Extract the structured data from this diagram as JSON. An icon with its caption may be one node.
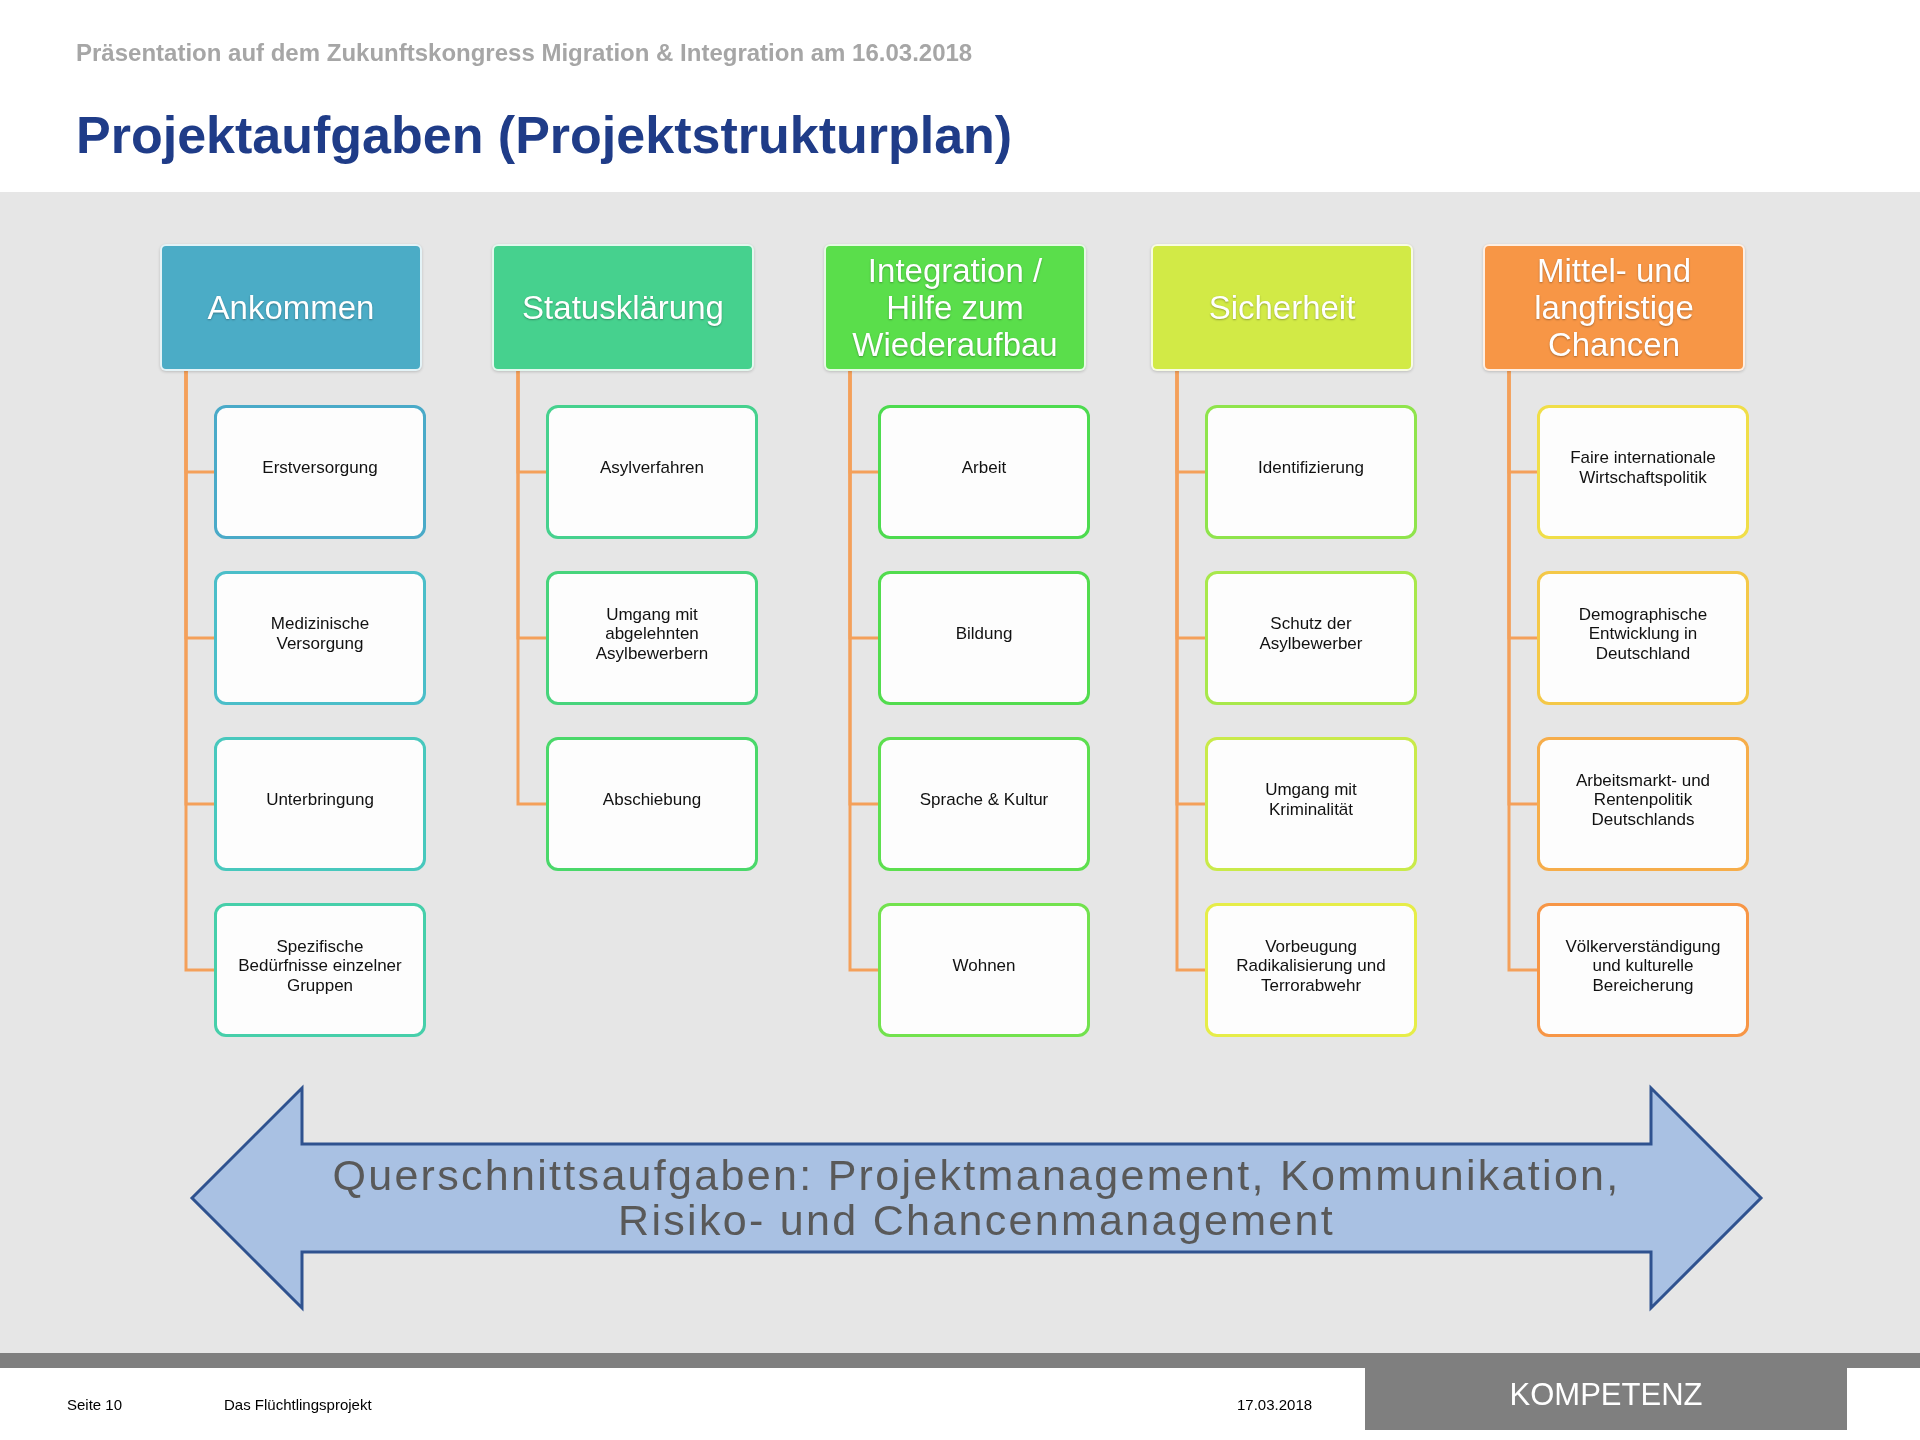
{
  "diagram": {
    "title": "Projektaufgaben (Projektstrukturplan)",
    "nodes": [
      {
        "text": [
          "Ankommen"
        ]
      },
      {
        "text": [
          "Erstversorgung"
        ]
      },
      {
        "text": [
          "Medizinische Versorgung"
        ]
      },
      {
        "text": [
          "Unterbringung"
        ]
      },
      {
        "text": [
          "Spezifische Bedürfnisse einzelner Gruppen"
        ]
      },
      {
        "text": [
          "Statusklärung"
        ]
      },
      {
        "text": [
          "Asylverfahren"
        ]
      },
      {
        "text": [
          "Umgang mit abgelehnten Asylbewerbern"
        ]
      },
      {
        "text": [
          "Abschiebung"
        ]
      },
      {
        "text": [
          "Integration / Hilfe zum Wiederaufbau"
        ]
      },
      {
        "text": [
          "Arbeit"
        ]
      },
      {
        "text": [
          "Bildung"
        ]
      },
      {
        "text": [
          "Sprache & Kultur"
        ]
      },
      {
        "text": [
          "Wohnen"
        ]
      },
      {
        "text": [
          "Sicherheit"
        ]
      },
      {
        "text": [
          "Identifizierung"
        ]
      },
      {
        "text": [
          "Schutz der Asylbewerber"
        ]
      },
      {
        "text": [
          "Umgang mit Kriminalität"
        ]
      },
      {
        "text": [
          "Vorbeugung Radikalisierung und Terrorabwehr"
        ]
      },
      {
        "text": [
          "Mittel- und langfristige Chancen"
        ]
      },
      {
        "text": [
          "Faire internationale Wirtschaftspolitik"
        ]
      },
      {
        "text": [
          "Demographische Entwicklung in Deutschland"
        ]
      },
      {
        "text": [
          "Arbeitsmarkt- und Rentenpolitik Deutschlands"
        ]
      },
      {
        "text": [
          "Völkerverständigung und kulturelle Bereicherung"
        ]
      },
      {
        "text": [
          "Querschnittsaufgaben: Projektmanagement, Kommunikation, Risiko- und Chancenmanagement"
        ]
      },
      {
        "text": [
          "KOMPETENZ"
        ]
      }
    ],
    "edges": [
      {
        "from": 0,
        "to": 1,
        "arrow": "none"
      },
      {
        "from": 0,
        "to": 2,
        "arrow": "none"
      },
      {
        "from": 0,
        "to": 3,
        "arrow": "none"
      },
      {
        "from": 0,
        "to": 4,
        "arrow": "none"
      },
      {
        "from": 5,
        "to": 6,
        "arrow": "none"
      },
      {
        "from": 5,
        "to": 7,
        "arrow": "none"
      },
      {
        "from": 5,
        "to": 8,
        "arrow": "none"
      },
      {
        "from": 9,
        "to": 10,
        "arrow": "none"
      },
      {
        "from": 9,
        "to": 11,
        "arrow": "none"
      },
      {
        "from": 9,
        "to": 12,
        "arrow": "none"
      },
      {
        "from": 9,
        "to": 13,
        "arrow": "none"
      },
      {
        "from": 14,
        "to": 15,
        "arrow": "none"
      },
      {
        "from": 14,
        "to": 16,
        "arrow": "none"
      },
      {
        "from": 14,
        "to": 17,
        "arrow": "none"
      },
      {
        "from": 14,
        "to": 18,
        "arrow": "none"
      },
      {
        "from": 19,
        "to": 20,
        "arrow": "none"
      },
      {
        "from": 19,
        "to": 21,
        "arrow": "none"
      },
      {
        "from": 19,
        "to": 22,
        "arrow": "none"
      },
      {
        "from": 19,
        "to": 23,
        "arrow": "none"
      }
    ],
    "labels": [
      "Präsentation auf dem Zukunftskongress Migration & Integration am 16.03.2018",
      "Seite 10",
      "Das Flüchtlingsprojekt",
      "17.03.2018"
    ]
  }
}
